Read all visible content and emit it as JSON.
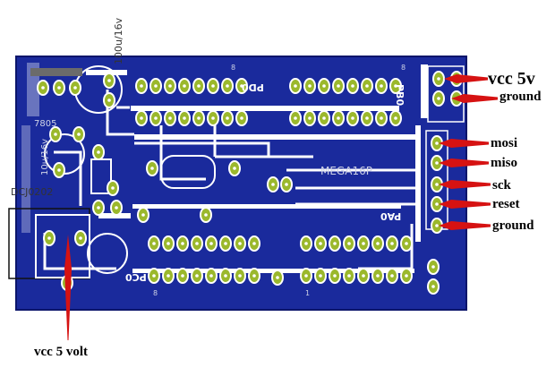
{
  "colors": {
    "board": "#1a2a9c",
    "pad": "#9bb82c",
    "pad_ring": "#ffffff",
    "arrow": "#d61212",
    "silk": "#cfd3e6"
  },
  "silkscreen": {
    "capacitor": "100u/16v",
    "regulator": "7805",
    "regulator_cap": "10u/16v",
    "jack": "DCJ0202",
    "port_d": "PD0",
    "port_b": "PB0",
    "port_a": "PA0",
    "port_c": "PC0",
    "chip": "MEGA16P",
    "pin8_top": "8",
    "pin8_right": "8",
    "pin8_bottom": "8",
    "pin1_bottom": "1"
  },
  "labels": {
    "vcc_top": "vcc 5v",
    "ground_top": "ground",
    "mosi": "mosi",
    "miso": "miso",
    "sck": "sck",
    "reset": "reset",
    "ground_isp": "ground",
    "vcc_bottom": "vcc 5 volt"
  }
}
